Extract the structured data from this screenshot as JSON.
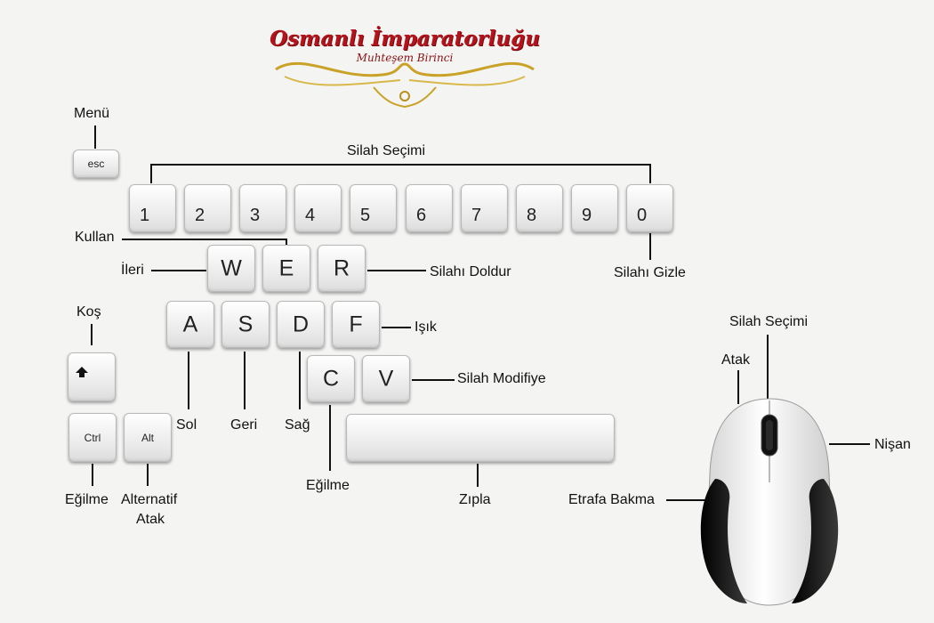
{
  "logo": {
    "title": "Osmanlı İmparatorluğu",
    "subtitle": "Muhteşem Birinci"
  },
  "keys": {
    "esc": "esc",
    "numbers": [
      "1",
      "2",
      "3",
      "4",
      "5",
      "6",
      "7",
      "8",
      "9",
      "0"
    ],
    "row_wer": [
      "W",
      "E",
      "R"
    ],
    "row_asdf": [
      "A",
      "S",
      "D",
      "F"
    ],
    "row_cv": [
      "C",
      "V"
    ],
    "ctrl": "Ctrl",
    "alt": "Alt",
    "shift_icon": "up-arrow-icon"
  },
  "labels": {
    "menu": "Menü",
    "weapon_select": "Silah Seçimi",
    "use": "Kullan",
    "forward": "İleri",
    "reload": "Silahı Doldur",
    "hide_weapon": "Silahı Gizle",
    "run": "Koş",
    "light": "Işık",
    "weapon_modify": "Silah Modifiye",
    "left": "Sol",
    "back": "Geri",
    "right": "Sağ",
    "crouch_c": "Eğilme",
    "jump": "Zıpla",
    "crouch_ctrl": "Eğilme",
    "alt_attack_1": "Alternatif",
    "alt_attack_2": "Atak",
    "mouse_weapon_select": "Silah Seçimi",
    "mouse_attack": "Atak",
    "mouse_aim": "Nişan",
    "mouse_look": "Etrafa Bakma"
  }
}
